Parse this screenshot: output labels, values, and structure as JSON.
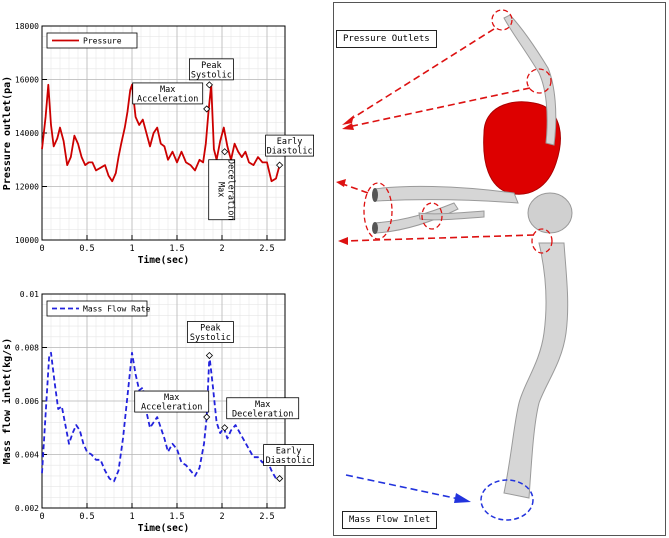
{
  "chart_data": [
    {
      "type": "line",
      "xlabel": "Time(sec)",
      "ylabel": "Pressure outlet(pa)",
      "xlim": [
        0,
        2.7
      ],
      "ylim": [
        10000,
        18000
      ],
      "xticks": [
        "0",
        "0.5",
        "1",
        "1.5",
        "2",
        "2.5"
      ],
      "xtick_values": [
        0,
        0.5,
        1,
        1.5,
        2,
        2.5
      ],
      "yticks": [
        "10000",
        "12000",
        "14000",
        "16000",
        "18000"
      ],
      "ytick_values": [
        10000,
        12000,
        14000,
        16000,
        18000
      ],
      "grid": true,
      "legend": "top-left",
      "series": [
        {
          "name": "Pressure",
          "color": "#cc0000",
          "dash": "solid",
          "x": [
            0,
            0.04,
            0.07,
            0.1,
            0.13,
            0.17,
            0.2,
            0.24,
            0.28,
            0.32,
            0.36,
            0.4,
            0.44,
            0.48,
            0.52,
            0.56,
            0.6,
            0.65,
            0.7,
            0.74,
            0.78,
            0.82,
            0.85,
            0.88,
            0.92,
            0.95,
            0.98,
            1.0,
            1.04,
            1.08,
            1.12,
            1.16,
            1.2,
            1.24,
            1.28,
            1.32,
            1.36,
            1.4,
            1.45,
            1.5,
            1.55,
            1.6,
            1.65,
            1.7,
            1.75,
            1.79,
            1.82,
            1.85,
            1.88,
            1.91,
            1.94,
            1.98,
            2.02,
            2.06,
            2.1,
            2.14,
            2.18,
            2.22,
            2.26,
            2.3,
            2.35,
            2.4,
            2.45,
            2.5,
            2.55,
            2.6,
            2.64
          ],
          "y": [
            13400,
            14600,
            15800,
            14300,
            13500,
            13800,
            14200,
            13700,
            12800,
            13100,
            13900,
            13600,
            13100,
            12800,
            12900,
            12900,
            12600,
            12700,
            12800,
            12400,
            12200,
            12500,
            13100,
            13600,
            14200,
            14800,
            15600,
            15800,
            14600,
            14300,
            14500,
            14000,
            13500,
            14000,
            14200,
            13600,
            13500,
            13000,
            13300,
            12900,
            13300,
            12900,
            12800,
            12600,
            13000,
            12900,
            13600,
            14800,
            15800,
            13400,
            13000,
            13700,
            14200,
            13500,
            13000,
            13600,
            13300,
            13100,
            13300,
            12900,
            12800,
            13100,
            12900,
            12900,
            12200,
            12300,
            12800
          ]
        }
      ],
      "annotations": [
        {
          "text": "Max Acceleration",
          "x": 1.83,
          "y": 14900
        },
        {
          "text": "Peak Systolic",
          "x": 1.86,
          "y": 15800
        },
        {
          "text": "Max Deceleration",
          "x": 2.03,
          "y": 13300
        },
        {
          "text": "Early Diastolic",
          "x": 2.64,
          "y": 12800
        }
      ]
    },
    {
      "type": "line",
      "xlabel": "Time(sec)",
      "ylabel": "Mass flow inlet(kg/s)",
      "xlim": [
        0,
        2.7
      ],
      "ylim": [
        0.002,
        0.01
      ],
      "xticks": [
        "0",
        "0.5",
        "1",
        "1.5",
        "2",
        "2.5"
      ],
      "xtick_values": [
        0,
        0.5,
        1,
        1.5,
        2,
        2.5
      ],
      "yticks": [
        "0.002",
        "0.004",
        "0.006",
        "0.008",
        "0.01"
      ],
      "ytick_values": [
        0.002,
        0.004,
        0.006,
        0.008,
        0.01
      ],
      "grid": true,
      "legend": "top-left",
      "series": [
        {
          "name": "Mass Flow Rate",
          "color": "#2222dd",
          "dash": "dashed",
          "x": [
            0,
            0.04,
            0.08,
            0.1,
            0.14,
            0.18,
            0.22,
            0.26,
            0.3,
            0.34,
            0.38,
            0.42,
            0.46,
            0.5,
            0.55,
            0.6,
            0.65,
            0.7,
            0.75,
            0.8,
            0.85,
            0.9,
            0.95,
            1.0,
            1.04,
            1.08,
            1.12,
            1.16,
            1.2,
            1.24,
            1.28,
            1.32,
            1.36,
            1.4,
            1.45,
            1.5,
            1.55,
            1.6,
            1.65,
            1.7,
            1.75,
            1.8,
            1.83,
            1.86,
            1.9,
            1.94,
            1.98,
            2.02,
            2.06,
            2.1,
            2.15,
            2.2,
            2.25,
            2.3,
            2.35,
            2.4,
            2.45,
            2.5,
            2.55,
            2.6,
            2.64
          ],
          "y": [
            0.0033,
            0.0055,
            0.0077,
            0.0078,
            0.0067,
            0.0057,
            0.0058,
            0.0051,
            0.0044,
            0.0048,
            0.0051,
            0.0049,
            0.0044,
            0.0041,
            0.004,
            0.0038,
            0.0038,
            0.0034,
            0.0031,
            0.003,
            0.0034,
            0.0046,
            0.0062,
            0.0078,
            0.007,
            0.0064,
            0.0065,
            0.0056,
            0.005,
            0.0052,
            0.0054,
            0.005,
            0.0046,
            0.0041,
            0.0044,
            0.0042,
            0.0037,
            0.0036,
            0.0034,
            0.0032,
            0.0035,
            0.0044,
            0.0054,
            0.0077,
            0.0065,
            0.0052,
            0.0048,
            0.005,
            0.0046,
            0.0049,
            0.0051,
            0.0048,
            0.0045,
            0.0042,
            0.0039,
            0.0039,
            0.0037,
            0.0038,
            0.0034,
            0.0031,
            0.0031
          ]
        }
      ],
      "annotations": [
        {
          "text": "Max Acceleration",
          "x": 1.83,
          "y": 0.0054
        },
        {
          "text": "Peak Systolic",
          "x": 1.86,
          "y": 0.0077
        },
        {
          "text": "Max Deceleration",
          "x": 2.03,
          "y": 0.005
        },
        {
          "text": "Early Diastolic",
          "x": 2.64,
          "y": 0.0031
        }
      ]
    }
  ],
  "model_labels": {
    "pressure_outlets": "Pressure Outlets",
    "mass_flow_inlet": "Mass Flow Inlet"
  },
  "colors": {
    "vessel": "#d9d9d9",
    "aneurysm": "#dd0000",
    "outlet_arrow": "#dd1111",
    "inlet_arrow": "#2233dd"
  }
}
